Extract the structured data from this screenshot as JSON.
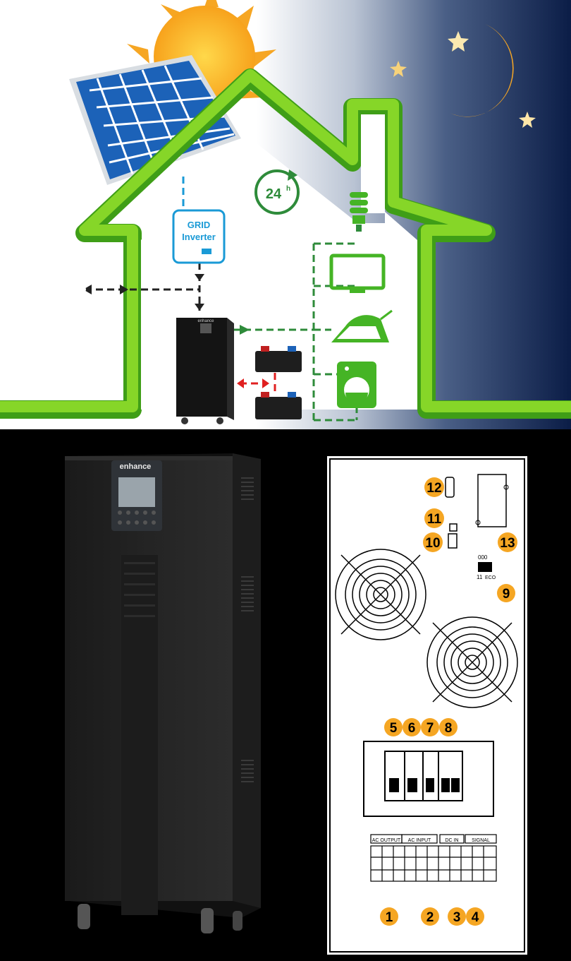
{
  "scene": {
    "inverter_line1": "GRID",
    "inverter_line2": "Inverter",
    "clock_label": "24",
    "clock_sup": "h",
    "ups_brand": "enhance"
  },
  "rear_panel": {
    "callouts": [
      "1",
      "2",
      "3",
      "4",
      "5",
      "6",
      "7",
      "8",
      "9",
      "10",
      "11",
      "12",
      "13"
    ],
    "terminal_headers": [
      "AC OUTPUT",
      "AC INPUT",
      "DC IN",
      "SIGNAL"
    ],
    "dip_top": "000",
    "dip_bottom": "11",
    "dip_bottom_suffix": "ECO"
  },
  "colors": {
    "house_green": "#7ed321",
    "callout_orange": "#f5a623",
    "inverter_blue": "#1a9ad6",
    "sky_dark": "#10204a",
    "flow_green": "#2e8b3a",
    "flow_red": "#e02020"
  }
}
